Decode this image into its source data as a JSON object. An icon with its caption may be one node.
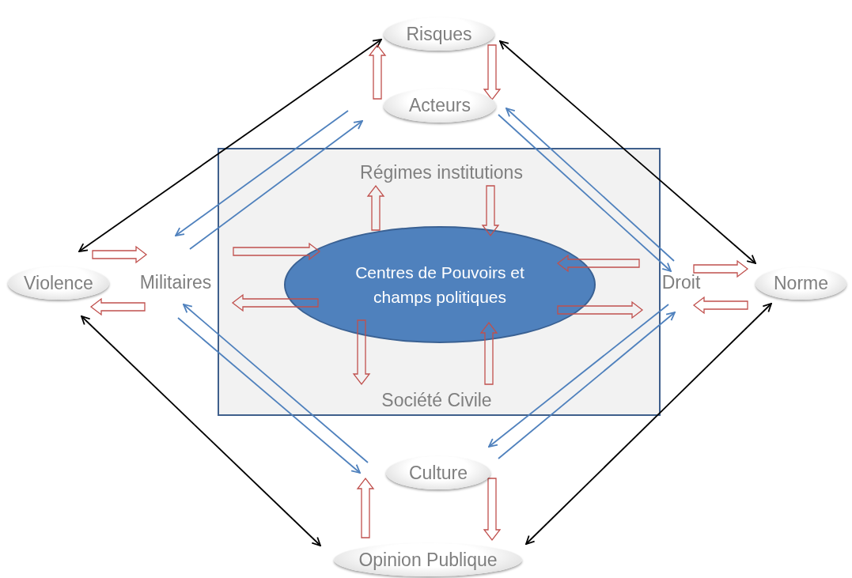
{
  "diagram": {
    "nodes": [
      {
        "text": [
          "Risques"
        ]
      },
      {
        "text": [
          "Acteurs"
        ]
      },
      {
        "text": [
          "Violence"
        ]
      },
      {
        "text": [
          "Norme"
        ]
      },
      {
        "text": [
          "Culture"
        ]
      },
      {
        "text": [
          "Opinion Publique"
        ]
      },
      {
        "text": [],
        "shape": "box"
      },
      {
        "text": [
          "Régimes institutions"
        ],
        "in": 6
      },
      {
        "text": [
          "Centres de Pouvoirs et champs politiques"
        ],
        "in": 6
      },
      {
        "text": [
          "Société Civile"
        ],
        "in": 6
      },
      {
        "text": [
          "Militaires"
        ]
      },
      {
        "text": [
          "Droit"
        ]
      }
    ],
    "edges": [
      {
        "from": 2,
        "to": 0,
        "arrow": "both",
        "color": "#000000"
      },
      {
        "from": 0,
        "to": 3,
        "arrow": "both",
        "color": "#000000"
      },
      {
        "from": 2,
        "to": 5,
        "arrow": "both",
        "color": "#000000"
      },
      {
        "from": 3,
        "to": 5,
        "arrow": "both",
        "color": "#000000"
      },
      {
        "from": 1,
        "to": 0,
        "arrow": "to",
        "style": "thick"
      },
      {
        "from": 0,
        "to": 1,
        "arrow": "to",
        "style": "thick"
      },
      {
        "from": 2,
        "to": 10,
        "arrow": "to",
        "style": "thick"
      },
      {
        "from": 10,
        "to": 2,
        "arrow": "to",
        "style": "thick"
      },
      {
        "from": 10,
        "to": 8,
        "arrow": "to",
        "style": "thick"
      },
      {
        "from": 8,
        "to": 10,
        "arrow": "to",
        "style": "thick"
      },
      {
        "from": 8,
        "to": 7,
        "arrow": "to",
        "style": "thick"
      },
      {
        "from": 7,
        "to": 8,
        "arrow": "to",
        "style": "thick"
      },
      {
        "from": 11,
        "to": 8,
        "arrow": "to",
        "style": "thick"
      },
      {
        "from": 8,
        "to": 11,
        "arrow": "to",
        "style": "thick"
      },
      {
        "from": 8,
        "to": 9,
        "arrow": "to",
        "style": "thick"
      },
      {
        "from": 9,
        "to": 8,
        "arrow": "to",
        "style": "thick"
      },
      {
        "from": 11,
        "to": 3,
        "arrow": "to",
        "style": "thick"
      },
      {
        "from": 3,
        "to": 11,
        "arrow": "to",
        "style": "thick"
      },
      {
        "from": 5,
        "to": 4,
        "arrow": "to",
        "style": "thick"
      },
      {
        "from": 4,
        "to": 5,
        "arrow": "to",
        "style": "thick"
      },
      {
        "from": 10,
        "to": 1,
        "arrow": "to",
        "color": "#4f81bd"
      },
      {
        "from": 1,
        "to": 10,
        "arrow": "to",
        "color": "#4f81bd"
      },
      {
        "from": 11,
        "to": 1,
        "arrow": "to",
        "color": "#4f81bd"
      },
      {
        "from": 1,
        "to": 11,
        "arrow": "to",
        "color": "#4f81bd"
      },
      {
        "from": 4,
        "to": 10,
        "arrow": "to",
        "color": "#4f81bd"
      },
      {
        "from": 10,
        "to": 4,
        "arrow": "to",
        "color": "#4f81bd"
      },
      {
        "from": 4,
        "to": 11,
        "arrow": "to",
        "color": "#4f81bd"
      },
      {
        "from": 11,
        "to": 4,
        "arrow": "to",
        "color": "#4f81bd"
      }
    ]
  }
}
